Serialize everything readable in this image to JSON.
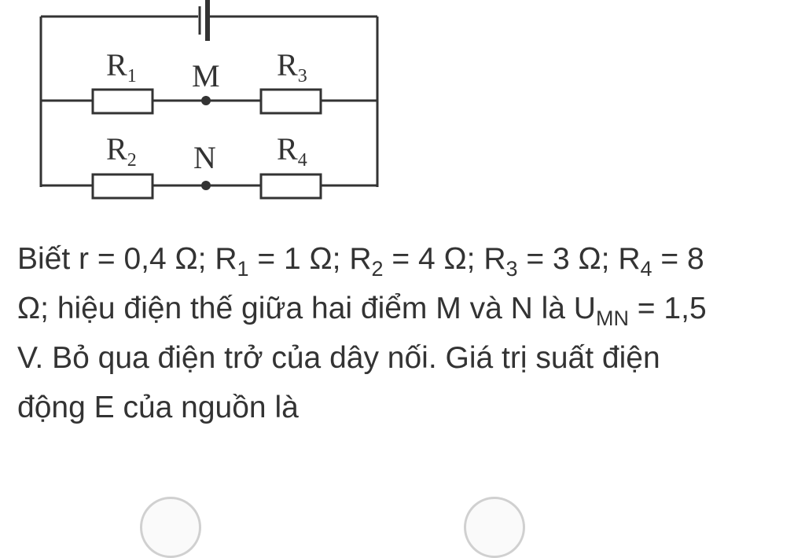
{
  "diagram": {
    "resistors": [
      {
        "id": "r1",
        "letter": "R",
        "sub": "1"
      },
      {
        "id": "r3",
        "letter": "R",
        "sub": "3"
      },
      {
        "id": "r2",
        "letter": "R",
        "sub": "2"
      },
      {
        "id": "r4",
        "letter": "R",
        "sub": "4"
      }
    ],
    "nodes": {
      "m": "M",
      "n": "N"
    }
  },
  "problem": {
    "p1": "Biết r = 0,4 Ω; R",
    "s1": "1",
    "p2": " = 1 Ω; R",
    "s2": "2",
    "p3": " = 4 Ω; R",
    "s3": "3",
    "p4": " = 3 Ω; R",
    "s4": "4",
    "p5": " = 8 Ω; hiệu điện thế giữa hai điểm M và N là U",
    "s5": "MN",
    "p6": " = 1,5 V. Bỏ qua điện trở của dây nối. Giá trị suất điện động E của nguồn là"
  },
  "options": [
    "option-a",
    "option-b"
  ]
}
